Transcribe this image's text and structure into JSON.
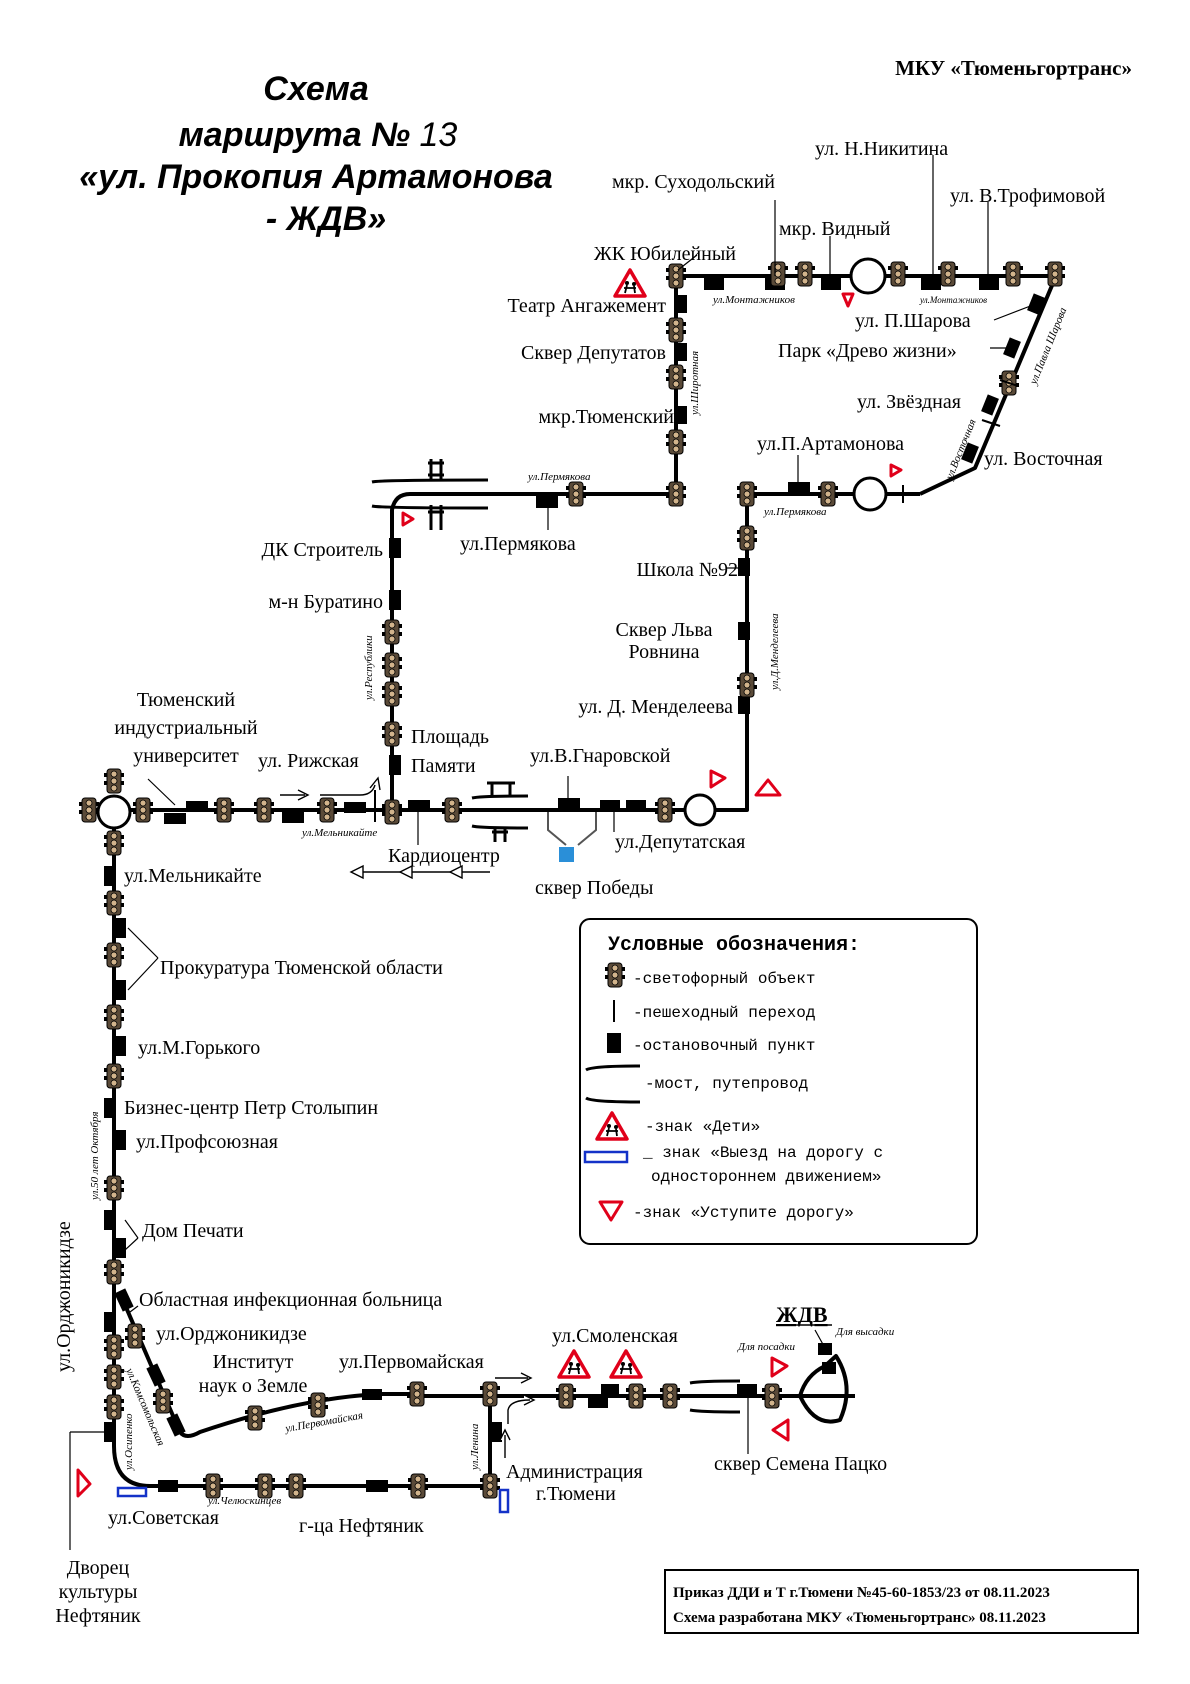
{
  "header": {
    "organization": "МКУ «Тюменьгортранс»",
    "title_line1": "Схема",
    "title_line2_prefix": "маршрута №",
    "route_number": "13",
    "title_line3": "«ул. Прокопия Артамонова",
    "title_line4": "- ЖДВ»"
  },
  "stops": {
    "zhk_yubileiny": "ЖК Юбилейный",
    "sukhodolsky": "мкр. Суходольский",
    "vidny": "мкр. Видный",
    "nikitina": "ул. Н.Никитина",
    "trofimovoy": "ул. В.Трофимовой",
    "sharova": "ул. П.Шарова",
    "drevo": "Парк «Древо жизни»",
    "zvezdnaya": "ул. Звёздная",
    "vostochnaya": "ул. Восточная",
    "artamonova": "ул.П.Артамонова",
    "teatr": "Театр Ангажемент",
    "skver_deputatov": "Сквер Депутатов",
    "tyumensky": "мкр.Тюменский",
    "permyakova": "ул.Пермякова",
    "dk": "ДК Строитель",
    "buratino": "м-н Буратино",
    "shkola": "Школа №92",
    "rovnina1": "Сквер Льва",
    "rovnina2": "Ровнина",
    "mendeleeva": "ул. Д. Менделеева",
    "ploshchad1": "Площадь",
    "ploshchad2": "Памяти",
    "gnarovskoy": "ул.В.Гнаровской",
    "tiu1": "Тюменский",
    "tiu2": "индустриальный",
    "tiu3": "университет",
    "rizhskaya": "ул. Рижская",
    "kardio": "Кардиоцентр",
    "deputatskaya": "ул.Депутатская",
    "skver_pobedy": "сквер Победы",
    "melnikaite": "ул.Мельникайте",
    "prokuratura": "Прокуратура Тюменской области",
    "gorkogo": "ул.М.Горького",
    "stolypin": "Бизнес-центр Петр Столыпин",
    "profsoyuznaya": "ул.Профсоюзная",
    "dom_pechati": "Дом Печати",
    "bolnitsa": "Областная инфекционная больница",
    "ordzh_stop": "ул.Орджоникидзе",
    "institut1": "Институт",
    "institut2": "наук о Земле",
    "pervomaiskaya": "ул.Первомайская",
    "smolenskaya": "ул.Смоленская",
    "zhdv": "ЖДВ",
    "admin1": "Администрация",
    "admin2": "г.Тюмени",
    "patsko": "сквер Семена Пацко",
    "sovetskaya": "ул.Советская",
    "neftyanik_hotel": "г-ца Нефтяник",
    "dvorets1": "Дворец",
    "dvorets2": "культуры",
    "dvorets3": "Нефтяник"
  },
  "streets": {
    "montazhnikov1": "ул.Монтажников",
    "montazhnikov2": "ул.Монтажников",
    "shirotnaya": "ул.Широтная",
    "pavla_sharova": "ул.Павла Шарова",
    "vostochnaya": "ул.Восточная",
    "permyakova1": "ул.Пермякова",
    "permyakova2": "ул.Пермякова",
    "respubliki": "ул.Республики",
    "mendeleeva": "ул.Д.Менделеева",
    "melnikaite": "ул.Мельникайте",
    "oktyabrya": "ул.50 лет Октября",
    "ordzhonikidze": "ул.Орджоникидзе",
    "komsomolskaya": "ул.Комсомольская",
    "osipenko": "ул.Осипенко",
    "chelyuskintsev": "ул.Челюскинцев",
    "pervomaiskaya": "ул.Первомайская",
    "lenina": "ул.Ленина",
    "dlya_posadki": "Для посадки",
    "dlya_vysadki": "Для высадки"
  },
  "legend": {
    "title": "Условные обозначения:",
    "traffic_light": "-светофорный объект",
    "crossing": "-пешеходный переход",
    "stop": "-остановочный пункт",
    "bridge": "-мост, путепровод",
    "children": "-знак «Дети»",
    "oneway1": "_ знак «Выезд на дорогу с",
    "oneway2": "одностороннем движением»",
    "yield": "-знак «Уступите дорогу»"
  },
  "footer": {
    "line1": "Приказ ДДИ и Т г.Тюмени №45-60-1853/23 от 08.11.2023",
    "line2": "Схема разработана МКУ «Тюменьгортранс» 08.11.2023"
  }
}
